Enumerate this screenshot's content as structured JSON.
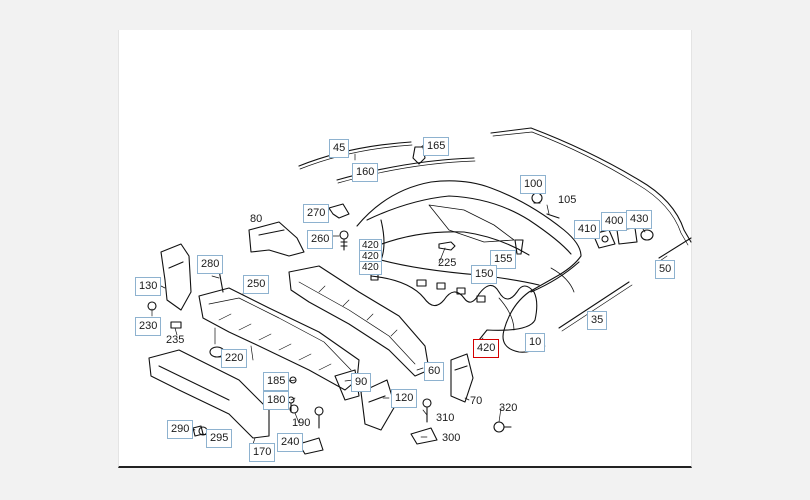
{
  "diagram": {
    "colors": {
      "line": "#111111",
      "label_border": "#8eb2cf",
      "selected_border": "#d40000",
      "panel": "#ffffff",
      "page": "#f2f2f2"
    },
    "selected_part": "420b",
    "labels": {
      "p45": "45",
      "p165": "165",
      "p160": "160",
      "p100": "100",
      "p105": "105",
      "p270": "270",
      "p80": "80",
      "p260": "260",
      "p420a": "420",
      "p410": "410",
      "p400": "400",
      "p430": "430",
      "p280": "280",
      "p225": "225",
      "p155": "155",
      "p150": "150",
      "p50": "50",
      "p130": "130",
      "p250": "250",
      "p230": "230",
      "p235": "235",
      "p220": "220",
      "p35": "35",
      "p420b": "420",
      "p10": "10",
      "p60": "60",
      "p185": "185",
      "p90": "90",
      "p180": "180",
      "p120": "120",
      "p70": "70",
      "p310": "310",
      "p320": "320",
      "p290": "290",
      "p190": "190",
      "p295": "295",
      "p240": "240",
      "p300": "300",
      "p170": "170"
    }
  }
}
